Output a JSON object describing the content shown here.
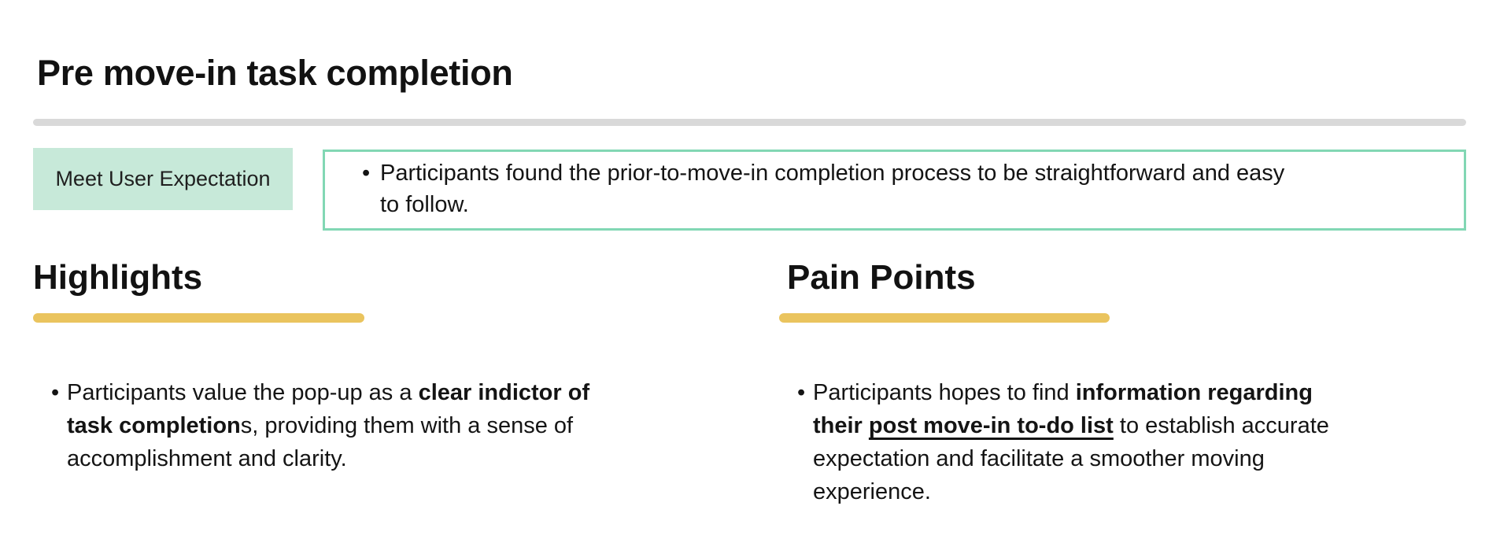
{
  "colors": {
    "title_text": "#121212",
    "body_text": "#141414",
    "divider_gray": "#d9d9d9",
    "tag_background": "#c7e9d9",
    "note_border": "#82d7b4",
    "heading_underline_yellow": "#eac45e"
  },
  "header": {
    "title": "Pre move-in task completion"
  },
  "summary": {
    "tag_label": "Meet User Expectation",
    "note": {
      "bullet_marker": "•",
      "lines": [
        [
          {
            "t": "Participants found the prior-to-move-in completion process to be straightforward and easy"
          }
        ],
        [
          {
            "t": "to follow."
          }
        ]
      ]
    }
  },
  "sections": [
    {
      "id": "highlights",
      "heading": "Highlights",
      "bullet_marker": "•",
      "lines": [
        [
          {
            "t": "Participants value the pop-up as a "
          },
          {
            "t": "clear indictor of",
            "b": true
          }
        ],
        [
          {
            "t": "task completion",
            "b": true
          },
          {
            "t": "s, providing them with a sense of"
          }
        ],
        [
          {
            "t": "accomplishment and clarity."
          }
        ]
      ]
    },
    {
      "id": "pain-points",
      "heading": "Pain Points",
      "bullet_marker": "•",
      "lines": [
        [
          {
            "t": "Participants hopes to find "
          },
          {
            "t": "information regarding",
            "b": true
          }
        ],
        [
          {
            "t": "their ",
            "b": true
          },
          {
            "t": "post move-in to-do list",
            "b": true,
            "u": true
          },
          {
            "t": " to establish accurate"
          }
        ],
        [
          {
            "t": "expectation and facilitate a smoother moving"
          }
        ],
        [
          {
            "t": "experience."
          }
        ]
      ]
    }
  ]
}
